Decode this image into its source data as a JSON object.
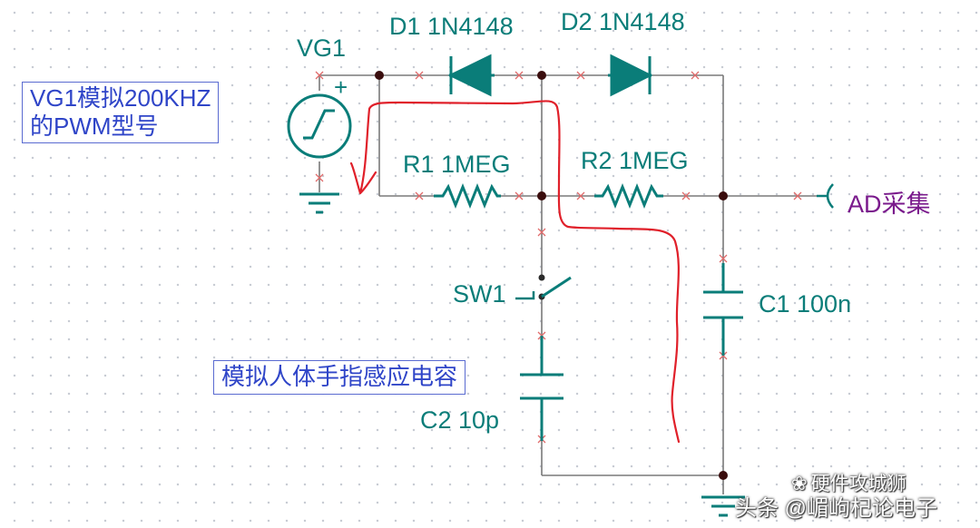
{
  "notes": {
    "vg1_desc_line1": "VG1模拟200KHZ",
    "vg1_desc_line2": "的PWM型号",
    "touch_desc": "模拟人体手指感应电容"
  },
  "components": {
    "vg1": "VG1",
    "vg1_polarity": "+",
    "d1": "D1 1N4148",
    "d2": "D2 1N4148",
    "r1": "R1 1MEG",
    "r2": "R2 1MEG",
    "sw1": "SW1",
    "c1": "C1 100n",
    "c2": "C2 10p"
  },
  "output_label": "AD采集",
  "watermark": {
    "top": "硬件攻城狮",
    "bottom": "头条 @嵋岣杞论电子"
  },
  "colors": {
    "component": "#0a7d79",
    "wire": "#7a7a7a",
    "annotation_trace": "#e0202a",
    "note_text": "#2f45c8",
    "output_text": "#7a1a8c"
  }
}
